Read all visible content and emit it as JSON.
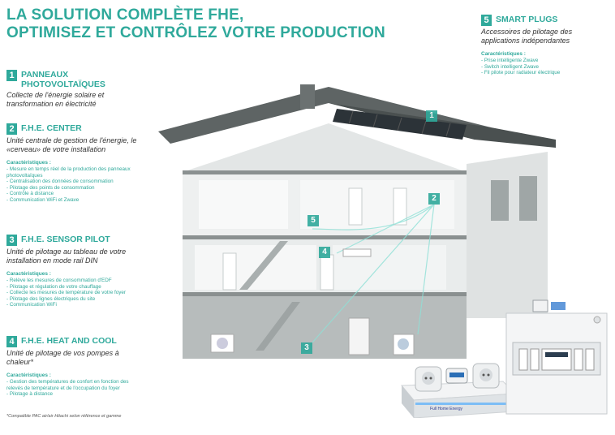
{
  "title": {
    "line1": "LA SOLUTION COMPLÈTE FHE,",
    "line2": "OPTIMISEZ ET CONTRÔLEZ VOTRE PRODUCTION"
  },
  "sections": [
    {
      "num": "1",
      "title": "PANNEAUX PHOTOVOLTAÏQUES",
      "desc": "Collecte de l'énergie solaire et transformation en électricité"
    },
    {
      "num": "2",
      "title": "F.H.E. CENTER",
      "desc": "Unité centrale de gestion de l'énergie, le «cerveau» de votre installation",
      "caract_title": "Caractéristiques :",
      "items": [
        "- Mesure en temps réel de la production des panneaux photovoltaïques",
        "- Centralisation des données de consommation",
        "- Pilotage des points de consommation",
        "- Contrôle à distance",
        "- Communication WiFi et Zwave"
      ]
    },
    {
      "num": "3",
      "title": "F.H.E. SENSOR PILOT",
      "desc": "Unité de pilotage au tableau de votre installation en mode rail DIN",
      "caract_title": "Caractéristiques :",
      "items": [
        "- Relève les mesures de consommation d'EDF",
        "- Pilotage et régulation de votre chauffage",
        "- Collecte les mesures de température de votre foyer",
        "- Pilotage des lignes électriques du site",
        "- Communication WiFi"
      ]
    },
    {
      "num": "4",
      "title": "F.H.E. HEAT AND COOL",
      "desc": "Unité de pilotage de vos pompes à chaleur*",
      "caract_title": "Caractéristiques :",
      "items": [
        "- Gestion des températures de confort en fonction des relevés de température et de l'occupation du foyer",
        "- Pilotage à distance"
      ]
    },
    {
      "num": "5",
      "title": "SMART PLUGS",
      "desc": "Accessoires de pilotage des applications indépendantes",
      "caract_title": "Caractéristiques :",
      "items": [
        "- Prise intelligente Zwave",
        "- Switch intelligent Zwave",
        "- Fil pilote pour radiateur électrique"
      ]
    }
  ],
  "footnote": "*Compatible PAC air/air Hitachi selon référence et gamme",
  "markers": [
    "1",
    "2",
    "3",
    "4",
    "5"
  ],
  "device_brand": "Full Home Energy",
  "colors": {
    "accent": "#2fa99b"
  }
}
